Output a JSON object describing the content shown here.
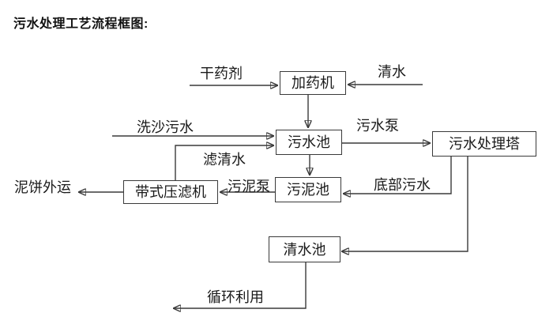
{
  "title": "污水处理工艺流程框图:",
  "nodes": {
    "dosing_machine": "加药机",
    "sewage_pool": "污水池",
    "sewage_treatment_tower": "污水处理塔",
    "sludge_pool": "污泥池",
    "belt_filter_press": "带式压滤机",
    "clean_water_pool": "清水池"
  },
  "labels": {
    "dry_agent": "干药剂",
    "clean_water": "清水",
    "sand_wash_sewage": "洗沙污水",
    "sewage_pump": "污水泵",
    "filtered_water": "滤清水",
    "sludge_pump": "污泥泵",
    "bottom_sewage": "底部污水",
    "mud_cake_outbound": "泥饼外运",
    "recycle_use": "循环利用"
  },
  "colors": {
    "background": "#ffffff",
    "line": "#3a3a3a",
    "box_border": "#3a3a3a",
    "box_fill": "#ffffff",
    "text": "#1a1a1a"
  }
}
